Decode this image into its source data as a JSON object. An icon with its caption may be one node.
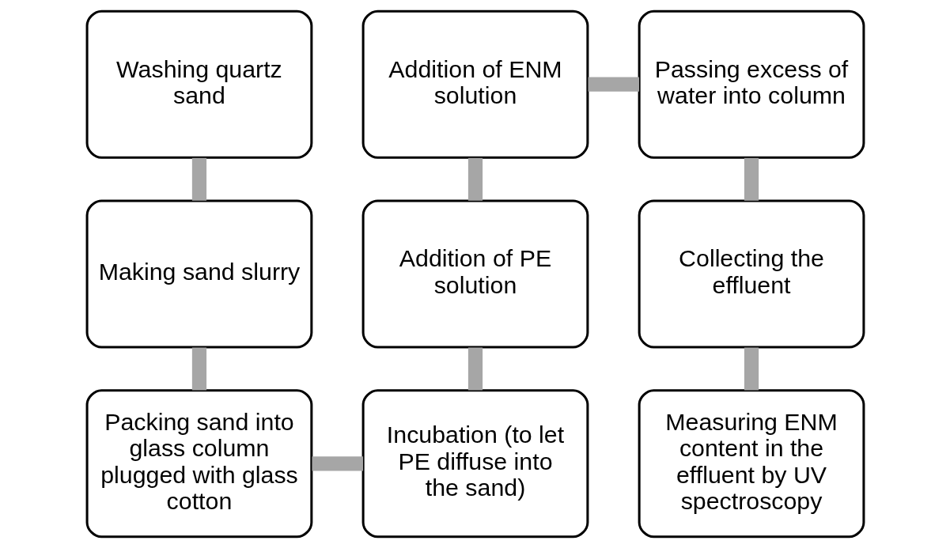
{
  "diagram": {
    "nodes": [
      {
        "text": [
          "Washing quartz sand"
        ]
      },
      {
        "text": [
          "Making sand slurry"
        ]
      },
      {
        "text": [
          "Packing sand into glass column plugged with glass cotton"
        ]
      },
      {
        "text": [
          "Incubation (to let PE diffuse into the sand)"
        ]
      },
      {
        "text": [
          "Addition of PE solution"
        ]
      },
      {
        "text": [
          "Addition of ENM solution"
        ]
      },
      {
        "text": [
          "Passing excess of water into column"
        ]
      },
      {
        "text": [
          "Collecting the effluent"
        ]
      },
      {
        "text": [
          "Measuring ENM content in the effluent by UV spectroscopy"
        ]
      }
    ],
    "edges": [
      {
        "from": 0,
        "to": 1,
        "arrow": "none"
      },
      {
        "from": 1,
        "to": 2,
        "arrow": "none"
      },
      {
        "from": 2,
        "to": 3,
        "arrow": "none"
      },
      {
        "from": 3,
        "to": 4,
        "arrow": "none"
      },
      {
        "from": 4,
        "to": 5,
        "arrow": "none"
      },
      {
        "from": 5,
        "to": 6,
        "arrow": "none"
      },
      {
        "from": 6,
        "to": 7,
        "arrow": "none"
      },
      {
        "from": 7,
        "to": 8,
        "arrow": "none"
      }
    ]
  }
}
